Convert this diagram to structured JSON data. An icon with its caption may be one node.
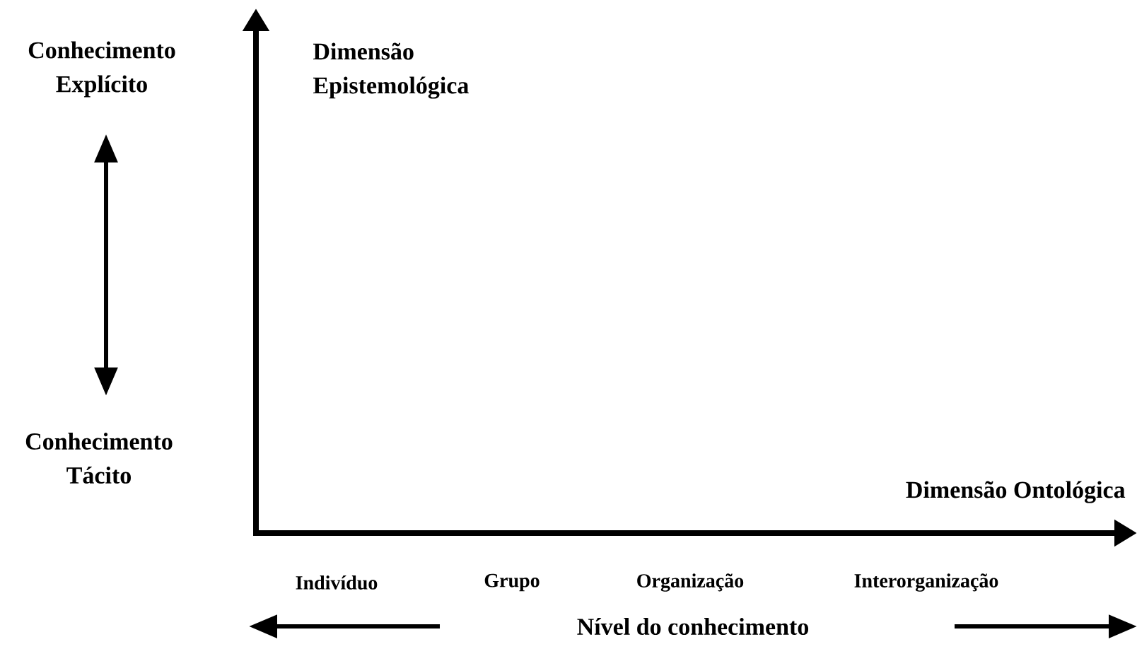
{
  "diagram": {
    "nodes": [
      {
        "text": [
          "Conhecimento Explícito"
        ]
      },
      {
        "text": [
          "Conhecimento Tácito"
        ]
      }
    ],
    "edges": [
      {
        "from": 0,
        "to": 1,
        "arrow": "both"
      }
    ],
    "labels": [
      "Dimensão Epistemológica",
      "Dimensão Ontológica",
      "Indivíduo",
      "Grupo",
      "Organização",
      "Interorganização",
      "Nível do conhecimento"
    ]
  }
}
